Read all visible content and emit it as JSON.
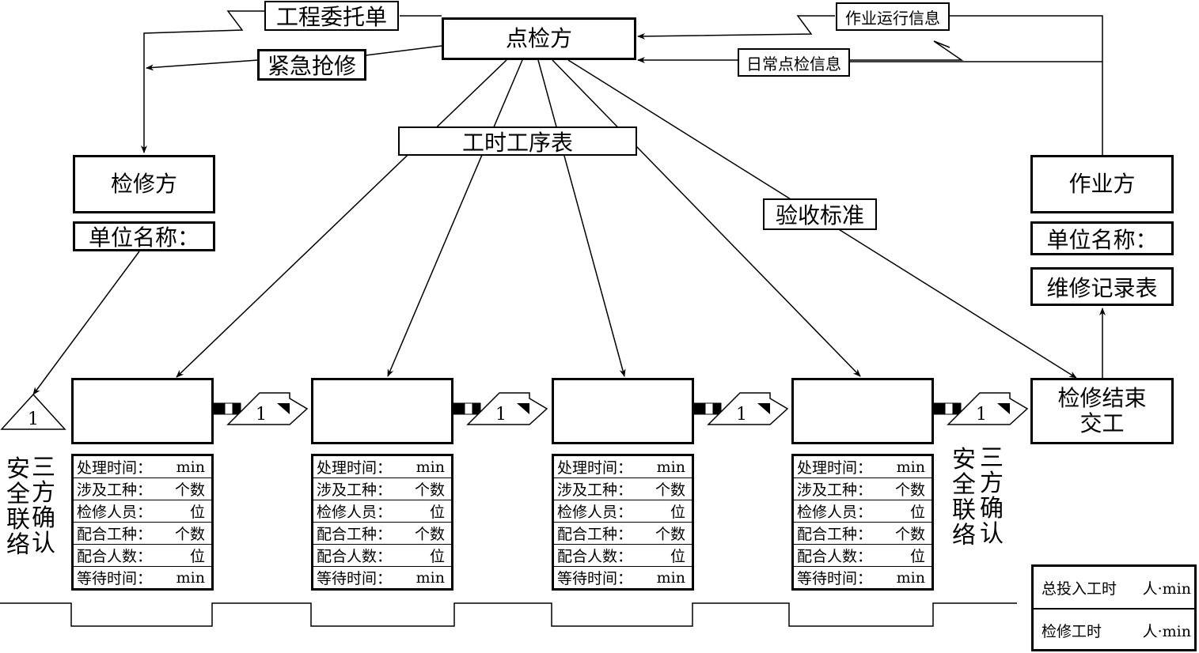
{
  "top": {
    "inspector": "点检方",
    "engineering_order": "工程委托单",
    "emergency_repair": "紧急抢修",
    "operation_info": "作业运行信息",
    "daily_inspection_info": "日常点检信息",
    "work_sequence_table": "工时工序表",
    "acceptance_standard": "验收标准"
  },
  "left": {
    "repair_party": "检修方",
    "unit_name": "单位名称：",
    "triangle_number": "1",
    "vertical_a": "三方确认",
    "vertical_b": "安全联络"
  },
  "right": {
    "operation_party": "作业方",
    "unit_name": "单位名称：",
    "maintenance_record": "维修记录表",
    "repair_end": "检修结束交工",
    "vertical_a": "三方确认",
    "vertical_b": "安全联络"
  },
  "step_arrow_number": "1",
  "steps": [
    {
      "rows": [
        {
          "label": "处理时间：",
          "unit": "min"
        },
        {
          "label": "涉及工种：",
          "unit": "个数"
        },
        {
          "label": "检修人员：",
          "unit": "位"
        },
        {
          "label": "配合工种：",
          "unit": "个数"
        },
        {
          "label": "配合人数：",
          "unit": "位"
        },
        {
          "label": "等待时间：",
          "unit": "min"
        }
      ]
    },
    {
      "rows": [
        {
          "label": "处理时间：",
          "unit": "min"
        },
        {
          "label": "涉及工种：",
          "unit": "个数"
        },
        {
          "label": "检修人员：",
          "unit": "位"
        },
        {
          "label": "配合工种：",
          "unit": "个数"
        },
        {
          "label": "配合人数：",
          "unit": "位"
        },
        {
          "label": "等待时间：",
          "unit": "min"
        }
      ]
    },
    {
      "rows": [
        {
          "label": "处理时间：",
          "unit": "min"
        },
        {
          "label": "涉及工种：",
          "unit": "个数"
        },
        {
          "label": "检修人员：",
          "unit": "位"
        },
        {
          "label": "配合工种：",
          "unit": "个数"
        },
        {
          "label": "配合人数：",
          "unit": "位"
        },
        {
          "label": "等待时间：",
          "unit": "min"
        }
      ]
    },
    {
      "rows": [
        {
          "label": "处理时间：",
          "unit": "min"
        },
        {
          "label": "涉及工种：",
          "unit": "个数"
        },
        {
          "label": "检修人员：",
          "unit": "位"
        },
        {
          "label": "配合工种：",
          "unit": "个数"
        },
        {
          "label": "配合人数：",
          "unit": "位"
        },
        {
          "label": "等待时间：",
          "unit": "min"
        }
      ]
    }
  ],
  "summary": {
    "total_label": "总投入工时",
    "total_unit": "人·min",
    "repair_label": "检修工时",
    "repair_unit": "人·min"
  }
}
